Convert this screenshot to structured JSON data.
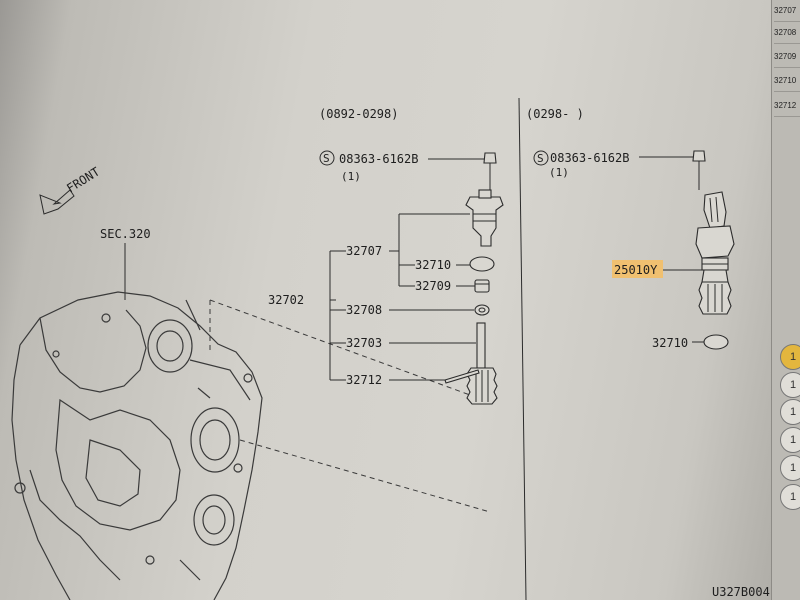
{
  "front_label": "FRONT",
  "section_ref": "SEC.320",
  "range_left": "(0892-0298)",
  "range_right": "(0298-        )",
  "bolt_left": {
    "symbol": "S",
    "part": "08363-6162B",
    "qty": "(1)"
  },
  "bolt_right": {
    "symbol": "S",
    "part": "08363-6162B",
    "qty": "(1)"
  },
  "callouts": {
    "p32707": "32707",
    "p32710_left": "32710",
    "p32709": "32709",
    "p32702": "32702",
    "p32708": "32708",
    "p32703": "32703",
    "p32712": "32712",
    "p25010y": "25010Y",
    "p32710_right": "32710"
  },
  "drawing_code": "U327B004",
  "highlight_color": "#f0c070",
  "side_panel": {
    "rows": [
      "32707",
      "32708",
      "32709",
      "32710",
      "32712"
    ],
    "buttons": [
      "1",
      "1",
      "1",
      "1",
      "1",
      "1"
    ]
  }
}
